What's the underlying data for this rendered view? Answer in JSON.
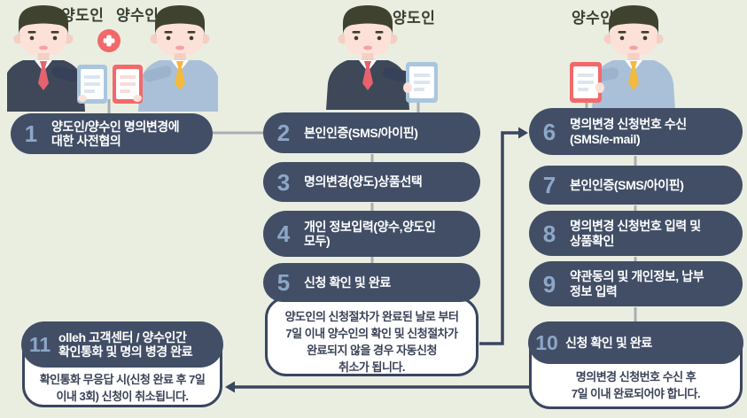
{
  "colors": {
    "background": "#eaeee1",
    "pill": "#414e66",
    "navy_line": "#3a4560",
    "gray_line": "#a9aeb5",
    "step_number": "#8ca7c8",
    "plus_badge": "#f2696b",
    "note_text": "#3a4257"
  },
  "labels": {
    "transferor": "양도인",
    "transferee": "양수인"
  },
  "steps": [
    {
      "num": "1",
      "text": "양도인/양수인 명의변경에\n대한 사전협의"
    },
    {
      "num": "2",
      "text": "본인인증(SMS/아이핀)"
    },
    {
      "num": "3",
      "text": "명의변경(양도)상품선택"
    },
    {
      "num": "4",
      "text": "개인 정보입력(양수,양도인\n모두)"
    },
    {
      "num": "5",
      "text": "신청 확인 및 완료"
    },
    {
      "num": "6",
      "text": "명의변경 신청번호 수신\n(SMS/e-mail)"
    },
    {
      "num": "7",
      "text": "본인인증(SMS/아이핀)"
    },
    {
      "num": "8",
      "text": "명의변경 신청번호 입력 및\n상품확인"
    },
    {
      "num": "9",
      "text": "약관동의 및 개인정보, 납부\n정보 입력"
    },
    {
      "num": "10",
      "text": "신청 확인 및 완료"
    },
    {
      "num": "11",
      "text": "olleh 고객센터 / 양수인간\n확인통화 및 명의 병경 완료"
    }
  ],
  "notes": {
    "after_step5": "양도인의 신청절차가 완료된 날로 부터\n7일 이내 양수인의 확인 및 신청절차가\n완료되지 않을 경우 자동신청\n취소가 됩니다.",
    "after_step10": "명의변경 신청번호 수신 후\n7일 이내 완료되어야 합니다.",
    "after_step11": "확인통화 무응답 시(신청 완료 후 7일\n이내 3회) 신청이 취소됩니다."
  }
}
